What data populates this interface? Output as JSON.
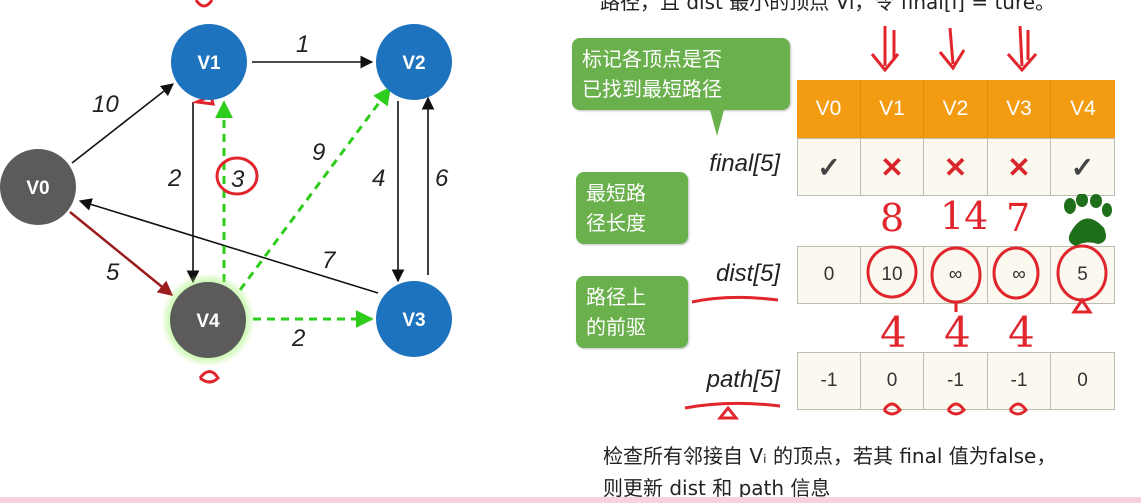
{
  "top_cut_text": "路径，且 dist 最小的顶点 Vi，令 final[i] = ture。",
  "graph": {
    "nodes": [
      {
        "id": "V0",
        "label": "V0",
        "color": "#5b5b5b"
      },
      {
        "id": "V1",
        "label": "V1",
        "color": "#1e73be"
      },
      {
        "id": "V2",
        "label": "V2",
        "color": "#1e73be"
      },
      {
        "id": "V3",
        "label": "V3",
        "color": "#1e73be"
      },
      {
        "id": "V4",
        "label": "V4",
        "color": "#5b5b5b"
      }
    ],
    "edges": [
      {
        "from": "V0",
        "to": "V1",
        "weight": "10"
      },
      {
        "from": "V1",
        "to": "V2",
        "weight": "1"
      },
      {
        "from": "V1",
        "to": "V4",
        "weight": "2"
      },
      {
        "from": "V4",
        "to": "V1",
        "weight": "3"
      },
      {
        "from": "V4",
        "to": "V2",
        "weight": "9"
      },
      {
        "from": "V2",
        "to": "V3",
        "weight": "4"
      },
      {
        "from": "V3",
        "to": "V2",
        "weight": "6"
      },
      {
        "from": "V3",
        "to": "V0",
        "weight": "7"
      },
      {
        "from": "V0",
        "to": "V4",
        "weight": "5"
      },
      {
        "from": "V4",
        "to": "V3",
        "weight": "2"
      }
    ],
    "colors": {
      "black_edge": "#111111",
      "green_edge": "#2ecc1b",
      "red_edge": "#9b1c1c",
      "annotation": "#e0262c"
    }
  },
  "bubbles": {
    "final": "标记各顶点是否已找到最短路径",
    "final_lines": [
      "标记各顶点是否",
      "已找到最短路径"
    ],
    "dist_lines": [
      "最短路",
      "径长度"
    ],
    "path_lines": [
      "路径上",
      "的前驱"
    ]
  },
  "table": {
    "headers": [
      "V0",
      "V1",
      "V2",
      "V3",
      "V4"
    ],
    "row_labels": {
      "final": "final[5]",
      "dist": "dist[5]",
      "path": "path[5]"
    },
    "final": [
      "check",
      "cross",
      "cross",
      "cross",
      "check"
    ],
    "final_symbols": {
      "check": "✓",
      "cross": "✕"
    },
    "dist": [
      "0",
      "10",
      "∞",
      "∞",
      "5"
    ],
    "path": [
      "-1",
      "0",
      "-1",
      "-1",
      "0"
    ]
  },
  "annotations": {
    "dist_updates": [
      "8",
      "14",
      "7"
    ],
    "path_updates": [
      "4",
      "4",
      "4"
    ]
  },
  "bottom_text": {
    "line1": "检查所有邻接自 Vᵢ 的顶点，若其 final 值为false，",
    "line2": "则更新 dist 和 path 信息"
  }
}
